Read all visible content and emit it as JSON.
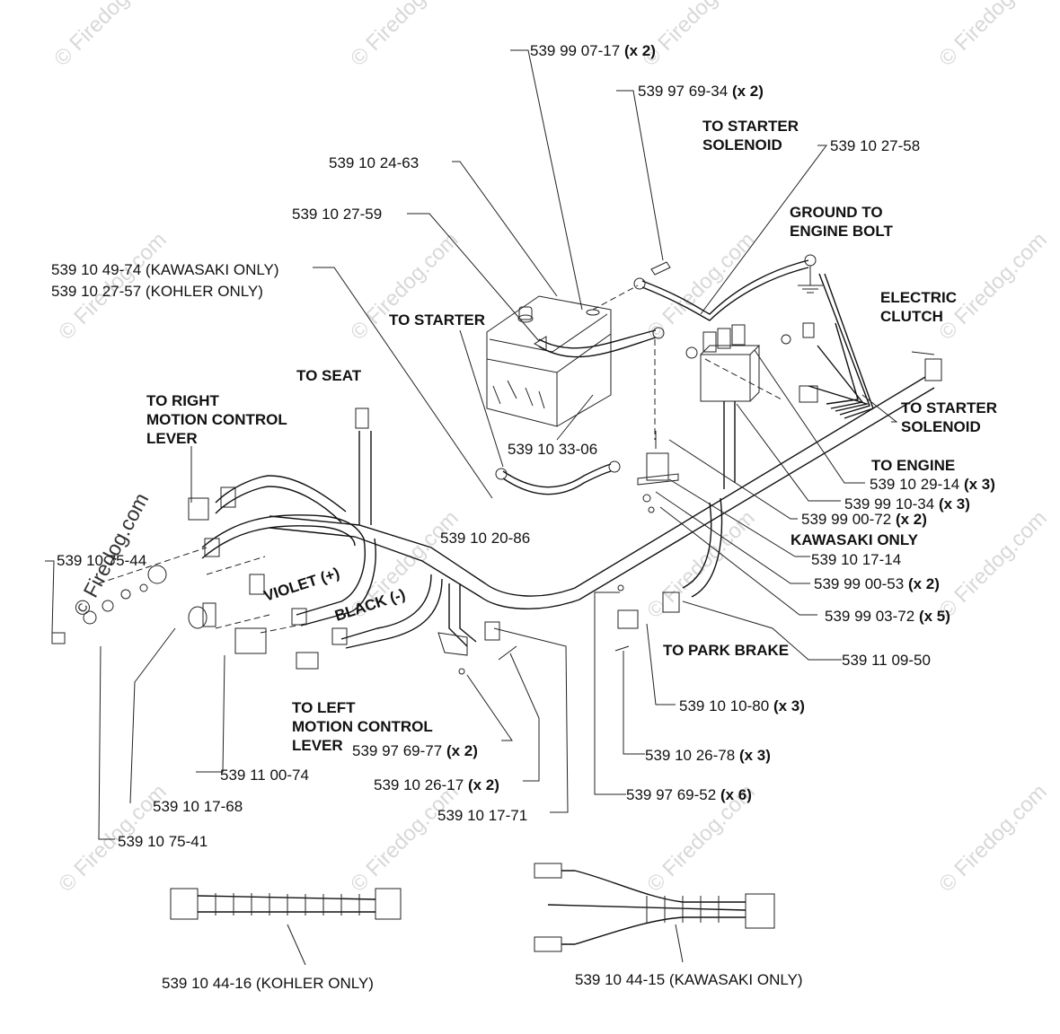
{
  "watermark": {
    "text": "© Firedog.com",
    "short": "© Firedog",
    "short_tail": "© Firedog.com"
  },
  "labels": {
    "p1": {
      "part": "539 99 07-17",
      "qty": "(x 2)"
    },
    "p2": {
      "part": "539 97 69-34",
      "qty": "(x 2)"
    },
    "to_starter_solenoid_top": [
      "TO STARTER",
      "SOLENOID"
    ],
    "p3": {
      "part": "539 10 27-58"
    },
    "p4": {
      "part": "539 10 24-63"
    },
    "p5": {
      "part": "539 10 27-59"
    },
    "ground": [
      "GROUND TO",
      "ENGINE BOLT"
    ],
    "p6": {
      "part": "539 10 49-74 (KAWASAKI ONLY)"
    },
    "p7": {
      "part": "539 10 27-57 (KOHLER ONLY)"
    },
    "to_starter": "TO STARTER",
    "electric_clutch": [
      "ELECTRIC",
      "CLUTCH"
    ],
    "to_seat": "TO SEAT",
    "to_right": [
      "TO RIGHT",
      "MOTION CONTROL",
      "LEVER"
    ],
    "to_starter_solenoid_right": [
      "TO STARTER",
      "SOLENOID"
    ],
    "p8": {
      "part": "539 10 33-06"
    },
    "to_engine": "TO ENGINE",
    "p9": {
      "part": "539 10 29-14",
      "qty": "(x 3)"
    },
    "p10": {
      "part": "539 99 10-34",
      "qty": "(x 3)"
    },
    "p11": {
      "part": "539 99 00-72",
      "qty": "(x 2)"
    },
    "kawasaki_only": "KAWASAKI ONLY",
    "p12": {
      "part": "539 10 20-86"
    },
    "p13": {
      "part": "539 10 17-14"
    },
    "p14": {
      "part": "539 10 75-44"
    },
    "violet": "VIOLET (+)",
    "black": "BLACK (-)",
    "p15": {
      "part": "539 99 00-53",
      "qty": "(x 2)"
    },
    "p16": {
      "part": "539 99 03-72",
      "qty": "(x 5)"
    },
    "to_park_brake": "TO PARK BRAKE",
    "p17": {
      "part": "539 11 09-50"
    },
    "p18": {
      "part": "539 10 10-80",
      "qty": "(x 3)"
    },
    "to_left": [
      "TO LEFT",
      "MOTION CONTROL",
      "LEVER"
    ],
    "p19": {
      "part": "539 97 69-77",
      "qty": "(x 2)"
    },
    "p20": {
      "part": "539 10 26-78",
      "qty": "(x 3)"
    },
    "p21": {
      "part": "539 11 00-74"
    },
    "p22": {
      "part": "539 10 26-17",
      "qty": "(x 2)"
    },
    "p23": {
      "part": "539 97 69-52",
      "qty": "(x 6)"
    },
    "p24": {
      "part": "539 10 17-68"
    },
    "p25": {
      "part": "539 10 17-71"
    },
    "p26": {
      "part": "539 10 75-41"
    },
    "p27": {
      "part": "539 10 44-16 (KOHLER ONLY)"
    },
    "p28": {
      "part": "539 10 44-15 (KAWASAKI ONLY)"
    }
  }
}
